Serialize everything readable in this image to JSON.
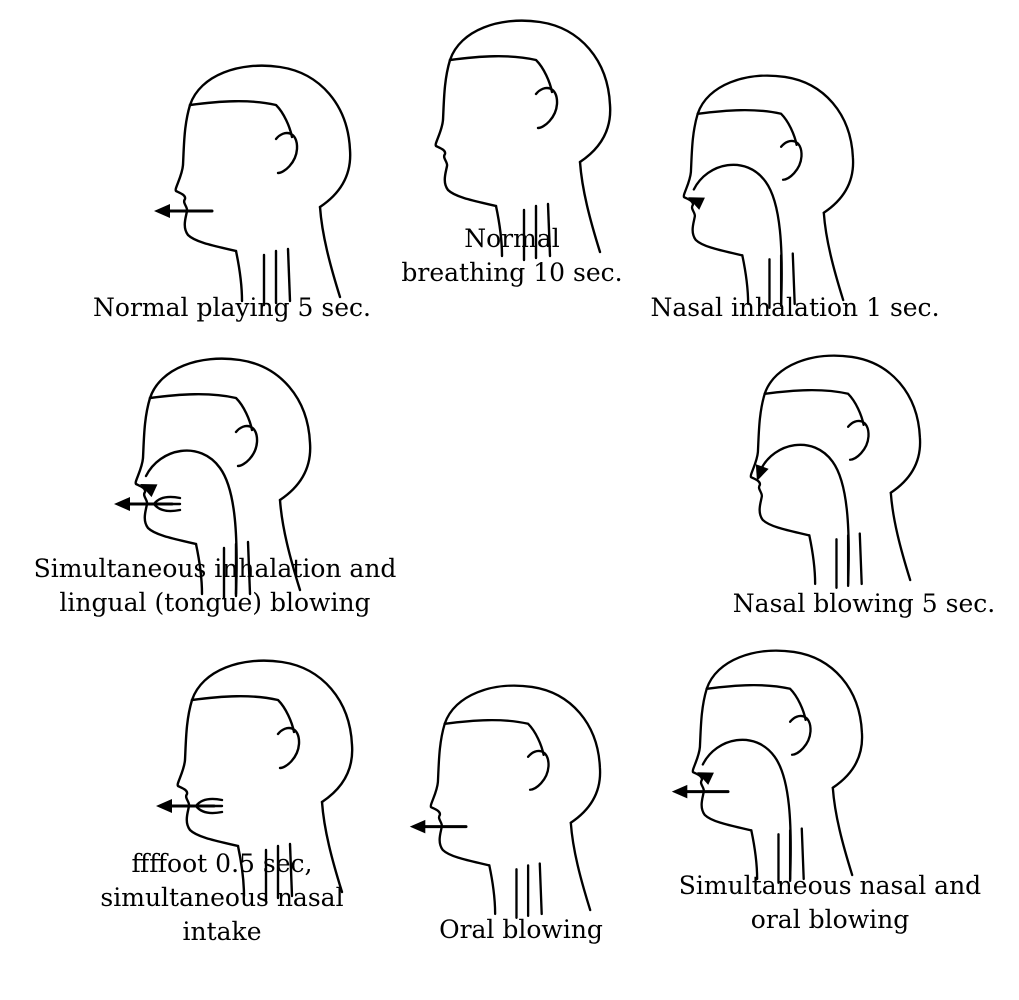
{
  "panels": [
    {
      "id": "normal-playing",
      "caption": [
        "Normal playing 5 sec."
      ],
      "airway": false,
      "mouth_arrow": "out",
      "mouth_fork": false,
      "nose_arrow": "none"
    },
    {
      "id": "normal-breathing",
      "caption": [
        "Normal",
        "breathing 10 sec."
      ],
      "airway": false,
      "mouth_arrow": "none",
      "mouth_fork": false,
      "nose_arrow": "none"
    },
    {
      "id": "nasal-inhalation",
      "caption": [
        "Nasal inhalation 1 sec."
      ],
      "airway": true,
      "mouth_arrow": "none",
      "mouth_fork": false,
      "nose_arrow": "in"
    },
    {
      "id": "simultaneous-inhalation-lingual",
      "caption": [
        "Simultaneous inhalation and",
        "lingual (tongue) blowing"
      ],
      "airway": true,
      "mouth_arrow": "out",
      "mouth_fork": true,
      "nose_arrow": "in"
    },
    {
      "id": "nasal-blowing",
      "caption": [
        "Nasal blowing 5 sec."
      ],
      "airway": true,
      "mouth_arrow": "none",
      "mouth_fork": false,
      "nose_arrow": "out-down"
    },
    {
      "id": "ffffoot",
      "caption": [
        "ffffoot 0.5 sec,",
        "simultaneous nasal",
        "intake"
      ],
      "airway": false,
      "mouth_arrow": "out",
      "mouth_fork": true,
      "nose_arrow": "none"
    },
    {
      "id": "oral-blowing",
      "caption": [
        "Oral blowing"
      ],
      "airway": false,
      "mouth_arrow": "out",
      "mouth_fork": false,
      "nose_arrow": "none"
    },
    {
      "id": "simultaneous-nasal-oral",
      "caption": [
        "Simultaneous nasal and",
        "oral blowing"
      ],
      "airway": true,
      "mouth_arrow": "out",
      "mouth_fork": false,
      "nose_arrow": "in"
    }
  ]
}
